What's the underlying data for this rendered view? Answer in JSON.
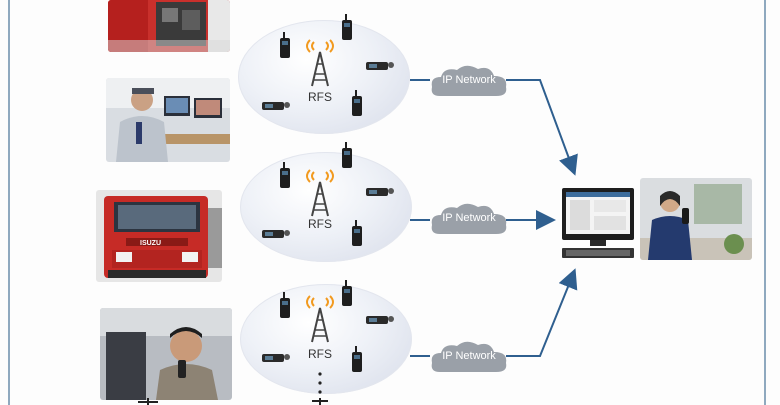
{
  "groups": [
    {
      "station_label": "RFS",
      "network_label": "IP Network"
    },
    {
      "station_label": "RFS",
      "network_label": "IP Network"
    },
    {
      "station_label": "RFS",
      "network_label": "IP Network"
    }
  ],
  "colors": {
    "arrow": "#2f5f8f",
    "cloud": "#9aa0a8",
    "tower": "#444444",
    "signal": "#f29a1f",
    "ellipse": "#dfe3ee"
  },
  "icons": [
    "radio-icon",
    "tower-icon",
    "mobile-radio-icon",
    "cloud-icon",
    "computer-icon"
  ]
}
